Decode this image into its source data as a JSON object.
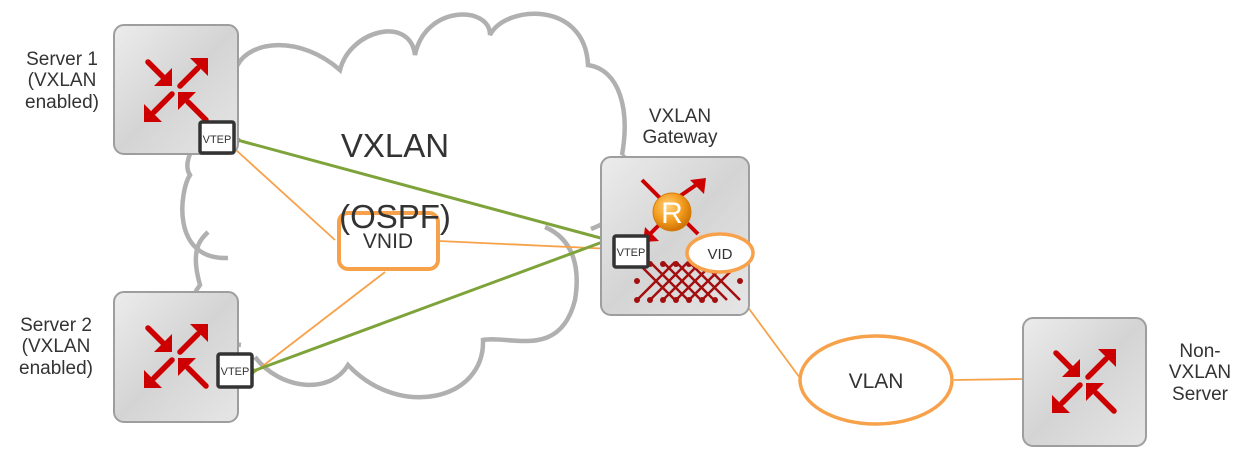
{
  "colors": {
    "arrow_red": "#cc0000",
    "orange_link": "#f7a24a",
    "green_tunnel": "#7ea33a",
    "cloud_gray": "#b0b0b0",
    "device_fill_light": "#e8e8e8",
    "device_fill_dark": "#bcbcbc",
    "device_border": "#9e9e9e",
    "vtep_border": "#333333",
    "router_badge": "#f39c1e",
    "switch_mesh": "#a30e0e"
  },
  "cloud": {
    "title_line1": "VXLAN",
    "title_line2": "(OSPF)"
  },
  "nodes": {
    "server1": {
      "label": "Server 1\n(VXLAN\nenabled)",
      "vtep": "VTEP",
      "icon": "switch-arrows-icon"
    },
    "server2": {
      "label": "Server 2\n(VXLAN\nenabled)",
      "vtep": "VTEP",
      "icon": "switch-arrows-icon"
    },
    "gateway": {
      "label": "VXLAN\nGateway",
      "vtep": "VTEP",
      "badge": "R",
      "icon": "router-switch-icon"
    },
    "non_vxlan_server": {
      "label": "Non-\nVXLAN\nServer",
      "icon": "switch-arrows-icon"
    }
  },
  "tags": {
    "vnid": "VNID",
    "vid": "VID",
    "vlan": "VLAN"
  },
  "links": [
    {
      "from": "gateway.vtep",
      "to": "server1.vtep",
      "type": "vxlan-tunnel",
      "color": "#7ea33a"
    },
    {
      "from": "gateway.vtep",
      "to": "server2.vtep",
      "type": "vxlan-tunnel",
      "color": "#7ea33a"
    },
    {
      "from": "vnid",
      "to": "server1.vtep",
      "type": "association",
      "color": "#f7a24a"
    },
    {
      "from": "vnid",
      "to": "server2.vtep",
      "type": "association",
      "color": "#f7a24a"
    },
    {
      "from": "vnid",
      "to": "gateway.vtep",
      "type": "association",
      "color": "#f7a24a"
    },
    {
      "from": "vid",
      "to": "vlan",
      "type": "association",
      "color": "#f7a24a"
    },
    {
      "from": "vlan",
      "to": "non_vxlan_server",
      "type": "association",
      "color": "#f7a24a"
    }
  ]
}
